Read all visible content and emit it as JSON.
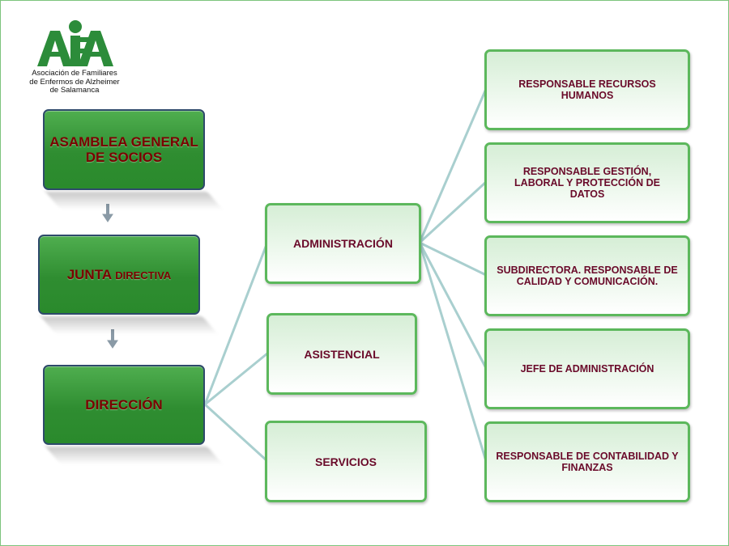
{
  "logo": {
    "acronym": "AFA",
    "line1": "Asociación de Familiares",
    "line2": "de Enfermos de Alzheimer",
    "line3": "de Salamanca"
  },
  "left_column": {
    "asamblea": "ASAMBLEA GENERAL DE SOCIOS",
    "junta_main": "JUNTA ",
    "junta_small": "DIRECTIVA",
    "direccion": "DIRECCIÓN"
  },
  "middle_column": {
    "administracion": "ADMINISTRACIÓN",
    "asistencial": "ASISTENCIAL",
    "servicios": "SERVICIOS"
  },
  "right_column": [
    "RESPONSABLE RECURSOS HUMANOS",
    "RESPONSABLE GESTIÓN, LABORAL Y PROTECCIÓN DE DATOS",
    "SUBDIRECTORA. RESPONSABLE DE CALIDAD Y COMUNICACIÓN.",
    "JEFE DE ADMINISTRACIÓN",
    "RESPONSABLE DE CONTABILIDAD Y FINANZAS"
  ],
  "colors": {
    "dark_box": "#2f8d31",
    "light_border": "#5cb85c",
    "text_dark_red": "#7a0000",
    "connector": "#a9cfcf",
    "arrow": "#8a9aa6",
    "logo_green": "#2c8c3a"
  }
}
